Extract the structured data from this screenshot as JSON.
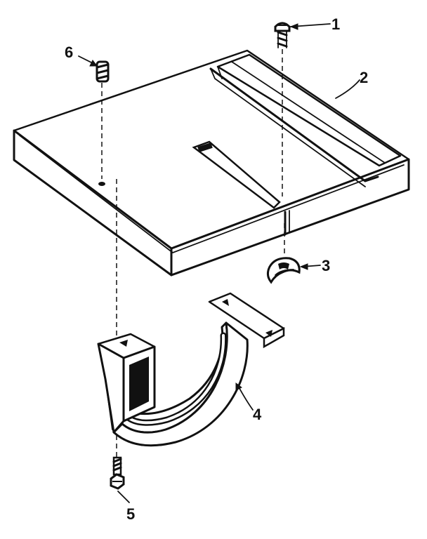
{
  "diagram": {
    "callouts": [
      {
        "id": "part-1",
        "label": "1"
      },
      {
        "id": "part-2",
        "label": "2"
      },
      {
        "id": "part-3",
        "label": "3"
      },
      {
        "id": "part-4",
        "label": "4"
      },
      {
        "id": "part-5",
        "label": "5"
      },
      {
        "id": "part-6",
        "label": "6"
      }
    ],
    "colors": {
      "ink": "#111111",
      "paper": "#ffffff"
    }
  }
}
